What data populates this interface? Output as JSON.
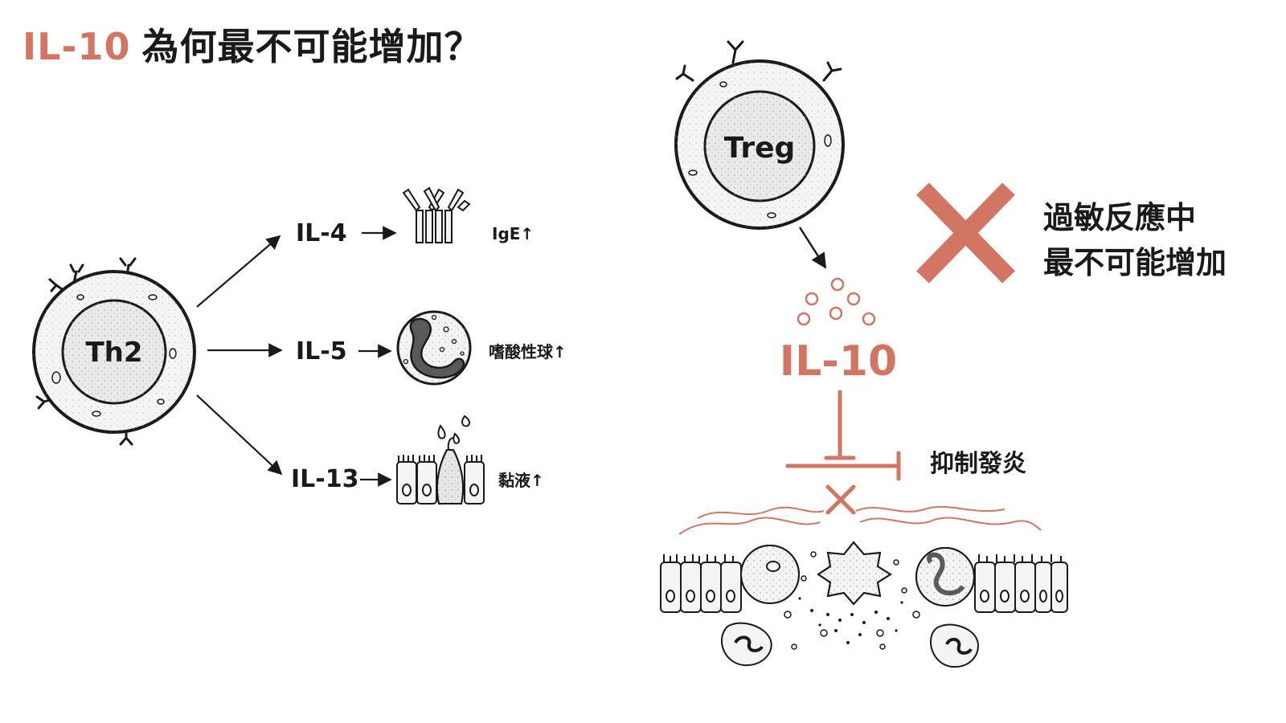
{
  "title": {
    "accent": "IL-10",
    "rest": "為何最不可能增加？"
  },
  "colors": {
    "accent": "#d27563",
    "ink": "#1a1a1a",
    "cell_fill": "#f3f3f3"
  },
  "th2": {
    "cell_label": "Th2",
    "pathways": [
      {
        "cytokine": "IL-4",
        "effect": "IgE↑",
        "icon": "antibody-icon"
      },
      {
        "cytokine": "IL-5",
        "effect": "嗜酸性球↑",
        "icon": "eosinophil-icon"
      },
      {
        "cytokine": "IL-13",
        "effect": "黏液↑",
        "icon": "goblet-cell-icon"
      }
    ]
  },
  "treg": {
    "cell_label": "Treg",
    "cytokine": "IL-10",
    "suppress_label": "抑制發炎",
    "statement": [
      "過敏反應中",
      "最不可能增加"
    ]
  }
}
